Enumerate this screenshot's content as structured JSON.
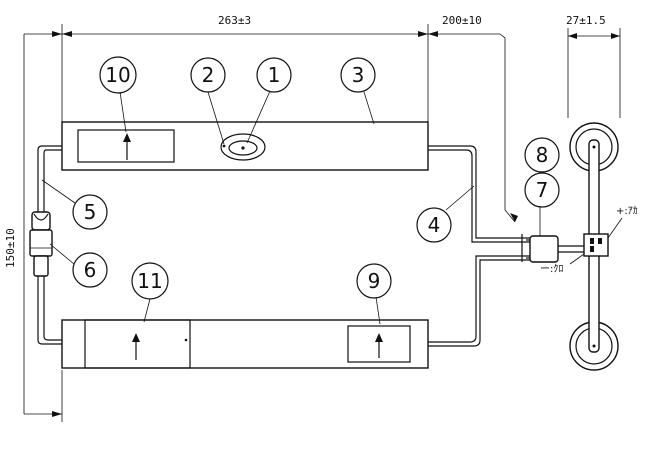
{
  "dimensions": {
    "width_label": "263±3",
    "offset_label": "200±10",
    "side_label": "27±1.5",
    "height_label": "150±10"
  },
  "callouts": [
    {
      "id": "c1",
      "label": "1"
    },
    {
      "id": "c2",
      "label": "2"
    },
    {
      "id": "c3",
      "label": "3"
    },
    {
      "id": "c4",
      "label": "4"
    },
    {
      "id": "c5",
      "label": "5"
    },
    {
      "id": "c6",
      "label": "6"
    },
    {
      "id": "c7",
      "label": "7"
    },
    {
      "id": "c8",
      "label": "8"
    },
    {
      "id": "c9",
      "label": "9"
    },
    {
      "id": "c10",
      "label": "10"
    },
    {
      "id": "c11",
      "label": "11"
    }
  ],
  "terminal_labels": {
    "positive": "+:ｱｶ",
    "negative": "ー:ｸﾛ"
  }
}
